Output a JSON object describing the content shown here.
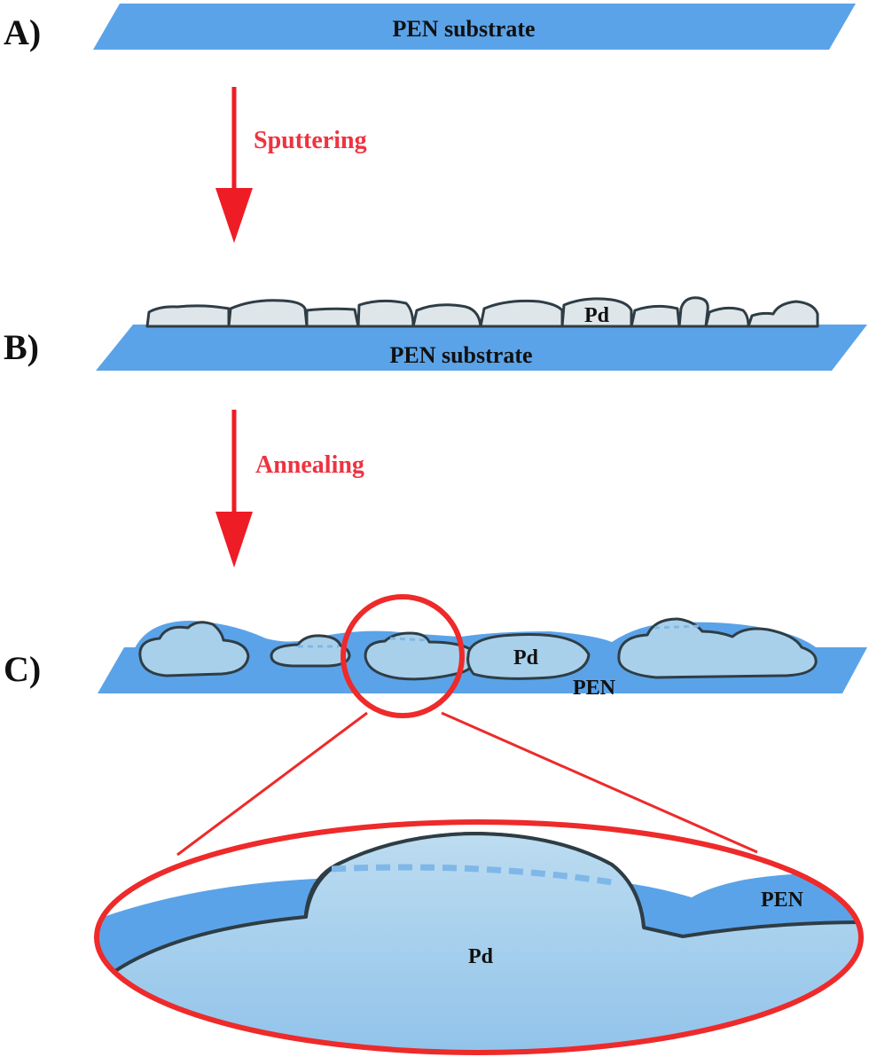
{
  "panels": {
    "a": {
      "letter": "A)",
      "substrate_label": "PEN substrate"
    },
    "b": {
      "letter": "B)",
      "substrate_label": "PEN substrate",
      "particle_label": "Pd"
    },
    "c": {
      "letter": "C)",
      "particle_label": "Pd",
      "substrate_label": "PEN"
    }
  },
  "steps": {
    "first": "Sputtering",
    "second": "Annealing"
  },
  "zoom": {
    "particle_label": "Pd",
    "substrate_label": "PEN"
  },
  "colors": {
    "substrate": "#5ba3e8",
    "film": "#a9d0ea",
    "particle": "#dfe6ea",
    "outline": "#2e3d45",
    "arrow": "#ee1c25",
    "zoom_ring": "#ee2a2a"
  }
}
